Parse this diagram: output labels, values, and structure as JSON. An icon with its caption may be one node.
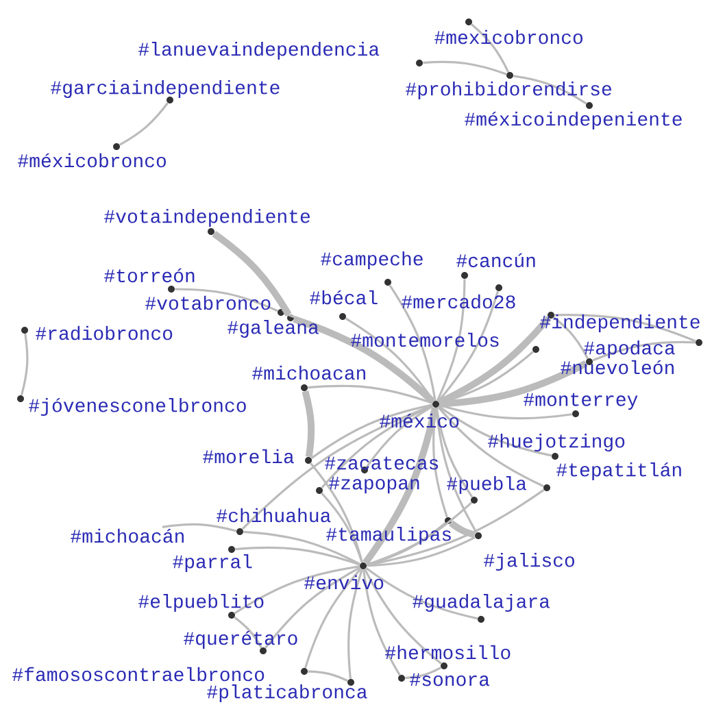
{
  "diagram": {
    "nodes": [
      {
        "text": [
          "#mexicobronco"
        ]
      },
      {
        "text": [
          "#lanuevaindependencia"
        ]
      },
      {
        "text": [
          "#prohibidorendirse"
        ]
      },
      {
        "text": [
          "#méxicoindepeniente"
        ]
      },
      {
        "text": [
          "#garciaindependiente"
        ]
      },
      {
        "text": [
          "#méxicobronco"
        ]
      },
      {
        "text": [
          "#votaindependiente"
        ]
      },
      {
        "text": [
          "#campeche"
        ]
      },
      {
        "text": [
          "#cancún"
        ]
      },
      {
        "text": [
          "#torreón"
        ]
      },
      {
        "text": [
          "#votabronco"
        ]
      },
      {
        "text": [
          "#bécal"
        ]
      },
      {
        "text": [
          "#mercado28"
        ]
      },
      {
        "text": [
          "#independiente"
        ]
      },
      {
        "text": [
          "#radiobronco"
        ]
      },
      {
        "text": [
          "#galeana"
        ]
      },
      {
        "text": [
          "#montemorelos"
        ]
      },
      {
        "text": [
          "#apodaca"
        ]
      },
      {
        "text": [
          "#nuevoleón"
        ]
      },
      {
        "text": [
          "#michoacan"
        ]
      },
      {
        "text": [
          "#jóvenesconelbronco"
        ]
      },
      {
        "text": [
          "#monterrey"
        ]
      },
      {
        "text": [
          "#méxico"
        ]
      },
      {
        "text": [
          "#huejotzingo"
        ]
      },
      {
        "text": [
          "#morelia"
        ]
      },
      {
        "text": [
          "#zacatecas"
        ]
      },
      {
        "text": [
          "#tepatitlán"
        ]
      },
      {
        "text": [
          "#zapopan"
        ]
      },
      {
        "text": [
          "#puebla"
        ]
      },
      {
        "text": [
          "#chihuahua"
        ]
      },
      {
        "text": [
          "#michoacán"
        ]
      },
      {
        "text": [
          "#tamaulipas"
        ]
      },
      {
        "text": [
          "#parral"
        ]
      },
      {
        "text": [
          "#jalisco"
        ]
      },
      {
        "text": [
          "#envivo"
        ]
      },
      {
        "text": [
          "#elpueblito"
        ]
      },
      {
        "text": [
          "#guadalajara"
        ]
      },
      {
        "text": [
          "#querétaro"
        ]
      },
      {
        "text": [
          "#hermosillo"
        ]
      },
      {
        "text": [
          "#famososcontraelbronco"
        ]
      },
      {
        "text": [
          "#sonora"
        ]
      },
      {
        "text": [
          "#platicabronca"
        ]
      }
    ],
    "edges": [
      {
        "from": 1,
        "to": 2,
        "arrow": "none"
      },
      {
        "from": 0,
        "to": 2,
        "arrow": "none"
      },
      {
        "from": 2,
        "to": 3,
        "arrow": "none"
      },
      {
        "from": 4,
        "to": 5,
        "arrow": "none"
      },
      {
        "from": 14,
        "to": 20,
        "arrow": "none"
      },
      {
        "from": 6,
        "to": 15,
        "arrow": "none",
        "style": "thick"
      },
      {
        "from": 9,
        "to": 10,
        "arrow": "none"
      },
      {
        "from": 15,
        "to": 22,
        "arrow": "none",
        "style": "thick"
      },
      {
        "from": 10,
        "to": 22,
        "arrow": "none"
      },
      {
        "from": 11,
        "to": 22,
        "arrow": "none"
      },
      {
        "from": 7,
        "to": 22,
        "arrow": "none"
      },
      {
        "from": 8,
        "to": 22,
        "arrow": "none"
      },
      {
        "from": 12,
        "to": 22,
        "arrow": "none"
      },
      {
        "from": 16,
        "to": 22,
        "arrow": "none"
      },
      {
        "from": 13,
        "to": 22,
        "arrow": "none",
        "style": "thick"
      },
      {
        "from": 18,
        "to": 22,
        "arrow": "none",
        "style": "thick"
      },
      {
        "from": 13,
        "to": 17,
        "arrow": "none"
      },
      {
        "from": 18,
        "to": 17,
        "arrow": "none"
      },
      {
        "from": 13,
        "to": 18,
        "arrow": "none"
      },
      {
        "from": 21,
        "to": 22,
        "arrow": "none"
      },
      {
        "from": 23,
        "to": 22,
        "arrow": "none"
      },
      {
        "from": 19,
        "to": 22,
        "arrow": "none"
      },
      {
        "from": 19,
        "to": 24,
        "arrow": "none",
        "style": "thick"
      },
      {
        "from": 24,
        "to": 22,
        "arrow": "none"
      },
      {
        "from": 25,
        "to": 22,
        "arrow": "none"
      },
      {
        "from": 27,
        "to": 22,
        "arrow": "none"
      },
      {
        "from": 31,
        "to": 22,
        "arrow": "none"
      },
      {
        "from": 28,
        "to": 22,
        "arrow": "none"
      },
      {
        "from": 33,
        "to": 22,
        "arrow": "none"
      },
      {
        "from": 26,
        "to": 22,
        "arrow": "none"
      },
      {
        "from": 29,
        "to": 22,
        "arrow": "none"
      },
      {
        "from": 22,
        "to": 34,
        "arrow": "none",
        "style": "thick"
      },
      {
        "from": 30,
        "to": 29,
        "arrow": "none"
      },
      {
        "from": 29,
        "to": 34,
        "arrow": "none"
      },
      {
        "from": 32,
        "to": 34,
        "arrow": "none"
      },
      {
        "from": 35,
        "to": 34,
        "arrow": "none"
      },
      {
        "from": 35,
        "to": 37,
        "arrow": "none"
      },
      {
        "from": 37,
        "to": 34,
        "arrow": "none"
      },
      {
        "from": 39,
        "to": 41,
        "arrow": "none"
      },
      {
        "from": 39,
        "to": 34,
        "arrow": "none"
      },
      {
        "from": 41,
        "to": 34,
        "arrow": "none"
      },
      {
        "from": 40,
        "to": 34,
        "arrow": "none"
      },
      {
        "from": 38,
        "to": 40,
        "arrow": "none"
      },
      {
        "from": 38,
        "to": 34,
        "arrow": "none"
      },
      {
        "from": 36,
        "to": 34,
        "arrow": "none"
      },
      {
        "from": 31,
        "to": 34,
        "arrow": "none"
      },
      {
        "from": 28,
        "to": 34,
        "arrow": "none"
      },
      {
        "from": 33,
        "to": 34,
        "arrow": "none"
      },
      {
        "from": 33,
        "to": 31,
        "arrow": "none",
        "style": "thick"
      },
      {
        "from": 27,
        "to": 34,
        "arrow": "none"
      },
      {
        "from": 24,
        "to": 34,
        "arrow": "none"
      },
      {
        "from": 26,
        "to": 34,
        "arrow": "none"
      }
    ]
  }
}
